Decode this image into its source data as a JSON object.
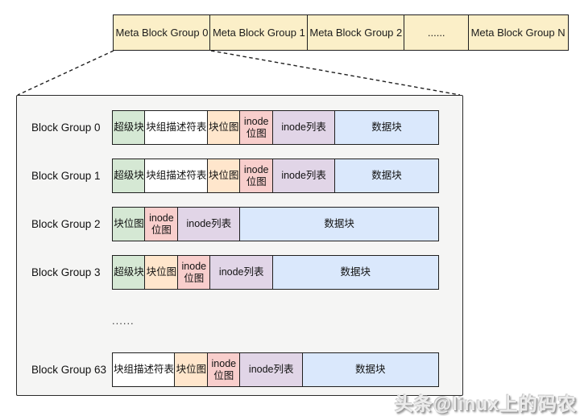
{
  "colors": {
    "meta_cell_bg": "#FBEFC8",
    "box_bg": "#F5F5F4",
    "border": "#1F1F1F",
    "superblock_green": "#D5E8D4",
    "descriptor_white": "#FFFFFF",
    "block_bitmap_orange": "#FFE6CC",
    "inode_bitmap_pink": "#F8CECC",
    "inode_table_purple": "#E1D5E7",
    "data_blocks_blue": "#DAE8FC"
  },
  "meta_row": {
    "cells": [
      {
        "label": "Meta Block Group 0",
        "width": 122
      },
      {
        "label": "Meta Block Group 1",
        "width": 122
      },
      {
        "label": "Meta Block Group 2",
        "width": 122
      },
      {
        "label": "......",
        "width": 81
      },
      {
        "label": "Meta Block Group N",
        "width": 125
      }
    ]
  },
  "block_groups": [
    {
      "label": "Block Group 0",
      "segments": [
        {
          "type": "superblock",
          "label": "超级块",
          "color": "#D5E8D4",
          "width": 42
        },
        {
          "type": "group-descriptor-table",
          "label": "块组描述符表",
          "color": "#FFFFFF",
          "width": 79
        },
        {
          "type": "block-bitmap",
          "label": "块位图",
          "color": "#FFE6CC",
          "width": 42
        },
        {
          "type": "inode-bitmap",
          "label": "inode\n位图",
          "color": "#F8CECC",
          "width": 42
        },
        {
          "type": "inode-table",
          "label": "inode列表",
          "color": "#E1D5E7",
          "width": 79
        },
        {
          "type": "data-blocks",
          "label": "数据块",
          "color": "#DAE8FC",
          "width": 0
        }
      ]
    },
    {
      "label": "Block Group 1",
      "segments": [
        {
          "type": "superblock",
          "label": "超级块",
          "color": "#D5E8D4",
          "width": 42
        },
        {
          "type": "group-descriptor-table",
          "label": "块组描述符表",
          "color": "#FFFFFF",
          "width": 79
        },
        {
          "type": "block-bitmap",
          "label": "块位图",
          "color": "#FFE6CC",
          "width": 42
        },
        {
          "type": "inode-bitmap",
          "label": "inode\n位图",
          "color": "#F8CECC",
          "width": 42
        },
        {
          "type": "inode-table",
          "label": "inode列表",
          "color": "#E1D5E7",
          "width": 79
        },
        {
          "type": "data-blocks",
          "label": "数据块",
          "color": "#DAE8FC",
          "width": 0
        }
      ]
    },
    {
      "label": "Block Group 2",
      "segments": [
        {
          "type": "block-bitmap",
          "label": "块位图",
          "color": "#D5E8D4",
          "width": 42
        },
        {
          "type": "inode-bitmap",
          "label": "inode\n位图",
          "color": "#F8CECC",
          "width": 42
        },
        {
          "type": "inode-table",
          "label": "inode列表",
          "color": "#E1D5E7",
          "width": 79
        },
        {
          "type": "data-blocks",
          "label": "数据块",
          "color": "#DAE8FC",
          "width": 0
        }
      ]
    },
    {
      "label": "Block Group 3",
      "segments": [
        {
          "type": "superblock",
          "label": "超级块",
          "color": "#D5E8D4",
          "width": 42
        },
        {
          "type": "block-bitmap",
          "label": "块位图",
          "color": "#FFE6CC",
          "width": 42
        },
        {
          "type": "inode-bitmap",
          "label": "inode\n位图",
          "color": "#F8CECC",
          "width": 42
        },
        {
          "type": "inode-table",
          "label": "inode列表",
          "color": "#E1D5E7",
          "width": 79
        },
        {
          "type": "data-blocks",
          "label": "数据块",
          "color": "#DAE8FC",
          "width": 0
        }
      ]
    },
    {
      "label": "Block Group 63",
      "segments": [
        {
          "type": "group-descriptor-table",
          "label": "块组描述符表",
          "color": "#FFFFFF",
          "width": 79
        },
        {
          "type": "block-bitmap",
          "label": "块位图",
          "color": "#FFE6CC",
          "width": 42
        },
        {
          "type": "inode-bitmap",
          "label": "inode\n位图",
          "color": "#F8CECC",
          "width": 42
        },
        {
          "type": "inode-table",
          "label": "inode列表",
          "color": "#E1D5E7",
          "width": 79
        },
        {
          "type": "data-blocks",
          "label": "数据块",
          "color": "#DAE8FC",
          "width": 0
        }
      ]
    }
  ],
  "ellipsis": "......",
  "watermark": {
    "text": "头条@linux上的码农"
  }
}
